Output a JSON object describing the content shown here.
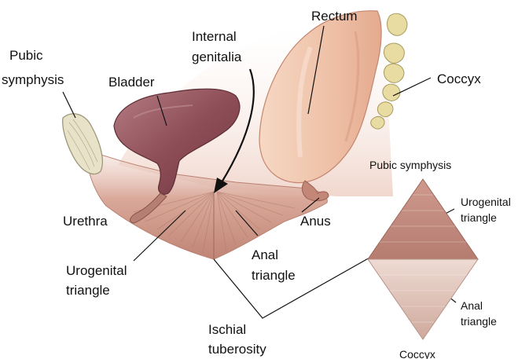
{
  "labels": {
    "pubic_symphysis": [
      "Pubic",
      "symphysis"
    ],
    "bladder": "Bladder",
    "internal_genitalia": [
      "Internal",
      "genitalia"
    ],
    "rectum": "Rectum",
    "coccyx": "Coccyx",
    "urethra": "Urethra",
    "anus": "Anus",
    "urogenital_triangle": [
      "Urogenital",
      "triangle"
    ],
    "anal_triangle": [
      "Anal",
      "triangle"
    ],
    "ischial_tuberosity": [
      "Ischial",
      "tuberosity"
    ]
  },
  "inset": {
    "top_label": "Pubic symphysis",
    "bottom_label": "Coccyx",
    "urogenital_triangle": [
      "Urogenital",
      "triangle"
    ],
    "anal_triangle": [
      "Anal",
      "triangle"
    ]
  },
  "colors": {
    "bladder": "#8e4e57",
    "perineum": "#d3a092",
    "rectum": "#efc7b0",
    "coccyx": "#e9dca2",
    "pubic_bone": "#e8e2c8",
    "urogenital_inset": "#c48a7e",
    "anal_inset": "#dcbdb2"
  }
}
